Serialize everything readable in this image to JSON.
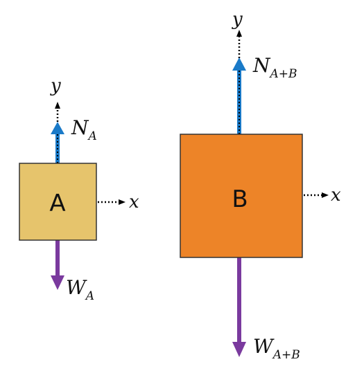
{
  "diagram": {
    "colors": {
      "box_a": "#e6c46c",
      "box_b": "#ed8428",
      "normal_force": "#1a7ac8",
      "weight": "#7a3a9e",
      "axis": "#000000",
      "outline": "#333333"
    },
    "block_a": {
      "label": "A",
      "axis_y": "y",
      "axis_x": "x",
      "normal": {
        "symbol": "N",
        "subscript": "A"
      },
      "weight": {
        "symbol": "W",
        "subscript": "A"
      }
    },
    "block_b": {
      "label": "B",
      "axis_y": "y",
      "axis_x": "x",
      "normal": {
        "symbol": "N",
        "subscript": "A+B"
      },
      "weight": {
        "symbol": "W",
        "subscript": "A+B"
      }
    }
  }
}
